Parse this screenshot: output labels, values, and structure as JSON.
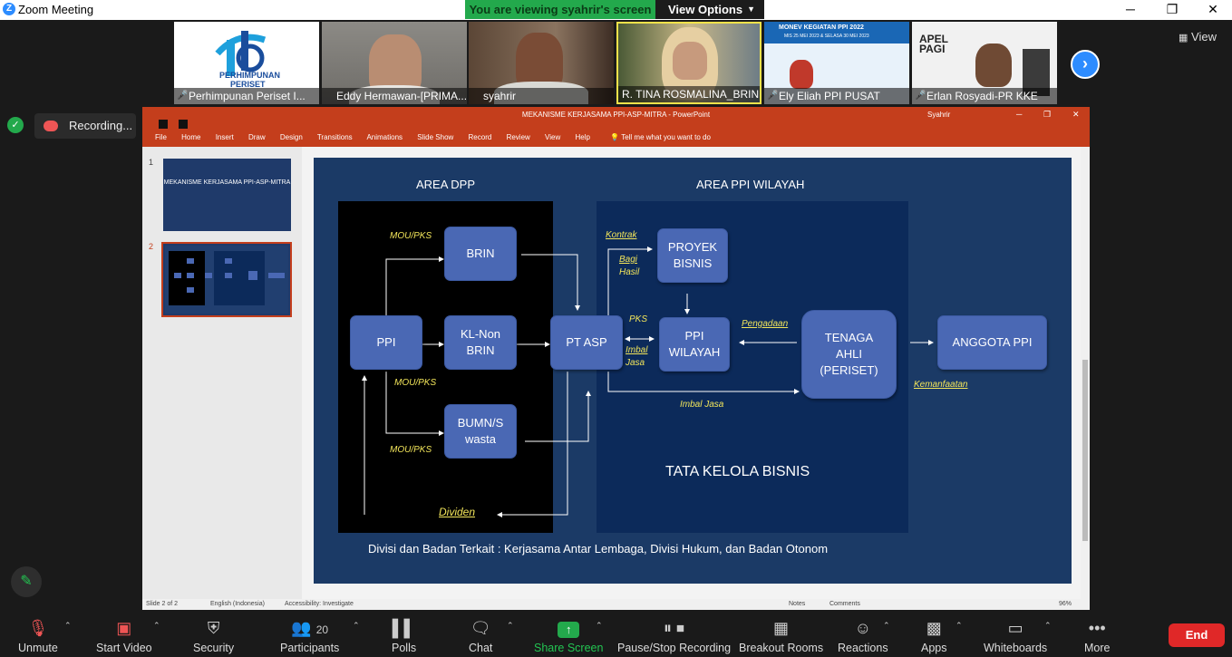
{
  "window": {
    "title": "Zoom Meeting",
    "minimize": "─",
    "maximize": "❐",
    "close": "✕"
  },
  "share_banner": {
    "text": "You are viewing syahrir's screen",
    "view_options": "View Options"
  },
  "view_button": "View",
  "recording_label": "Recording...",
  "participants": [
    {
      "name": "Perhimpunan Periset I...",
      "muted": true
    },
    {
      "name": "Eddy Hermawan-[PRIMA...",
      "muted": false
    },
    {
      "name": "syahrir",
      "muted": false
    },
    {
      "name": "R. TINA ROSMALINA_BRIN",
      "muted": false
    },
    {
      "name": "Ely Eliah  PPI PUSAT",
      "muted": true
    },
    {
      "name": "Erlan Rosyadi-PR KKE",
      "muted": true
    }
  ],
  "thumb_text": {
    "logo_line1": "PERHIMPUNAN",
    "logo_line2": "PERISET",
    "monev": "MONEV KEGIATAN PPI 2022",
    "monev_sub": "MIS 25 MEI 2023 & SELASA 30 MEI 2023",
    "apel1": "APEL",
    "apel2": "PAGI"
  },
  "powerpoint": {
    "title": "MEKANISME KERJASAMA PPI-ASP-MITRA  -  PowerPoint",
    "user": "Syahrir",
    "menu": [
      "File",
      "Home",
      "Insert",
      "Draw",
      "Design",
      "Transitions",
      "Animations",
      "Slide Show",
      "Record",
      "Review",
      "View",
      "Help"
    ],
    "tell_me": "Tell me what you want to do",
    "slide1_title": "MEKANISME KERJASAMA PPI-ASP-MITRA",
    "slide_numbers": [
      "1",
      "2"
    ],
    "status": {
      "slide": "Slide 2 of 2",
      "language": "English (Indonesia)",
      "accessibility": "Accessibility: Investigate",
      "notes": "Notes",
      "comments": "Comments",
      "zoom": "96%"
    }
  },
  "slide": {
    "area_dpp": "AREA DPP",
    "area_ppi": "AREA PPI WILAYAH",
    "boxes": {
      "ppi": "PPI",
      "brin": "BRIN",
      "klnon1": "KL-Non",
      "klnon2": "BRIN",
      "bumn1": "BUMN/S",
      "bumn2": "wasta",
      "ptasp": "PT ASP",
      "proyek1": "PROYEK",
      "proyek2": "BISNIS",
      "ppiw1": "PPI",
      "ppiw2": "WILAYAH",
      "tenaga1": "TENAGA",
      "tenaga2": "AHLI",
      "tenaga3": "(PERISET)",
      "anggota": "ANGGOTA PPI"
    },
    "labels": {
      "mou1": "MOU/PKS",
      "mou2": "MOU/PKS",
      "mou3": "MOU/PKS",
      "dividen": "Dividen",
      "kontrak": "Kontrak",
      "bagi": "Bagi",
      "hasil": "Hasil",
      "pks": "PKS",
      "imbal": "Imbal",
      "jasa": "Jasa",
      "pengadaan": "Pengadaan",
      "imbal_jasa": "Imbal Jasa",
      "kemanfaatan": "Kemanfaatan"
    },
    "tata_kelola": "TATA KELOLA BISNIS",
    "footer": "Divisi dan Badan Terkait : Kerjasama Antar Lembaga, Divisi Hukum, dan Badan Otonom"
  },
  "toolbar": {
    "unmute": "Unmute",
    "start_video": "Start Video",
    "security": "Security",
    "participants": "Participants",
    "participant_count": "20",
    "polls": "Polls",
    "chat": "Chat",
    "share_screen": "Share Screen",
    "pause_recording": "Pause/Stop Recording",
    "breakout": "Breakout Rooms",
    "reactions": "Reactions",
    "apps": "Apps",
    "whiteboards": "Whiteboards",
    "more": "More",
    "end": "End"
  },
  "colors": {
    "zoom_blue": "#2d8cff",
    "share_green": "#23a94c",
    "ppt_red": "#c43e1c",
    "slide_bg": "#1b3a66",
    "box_blue": "#4a68b4",
    "label_yellow": "#f2e55a",
    "end_red": "#e02828"
  }
}
